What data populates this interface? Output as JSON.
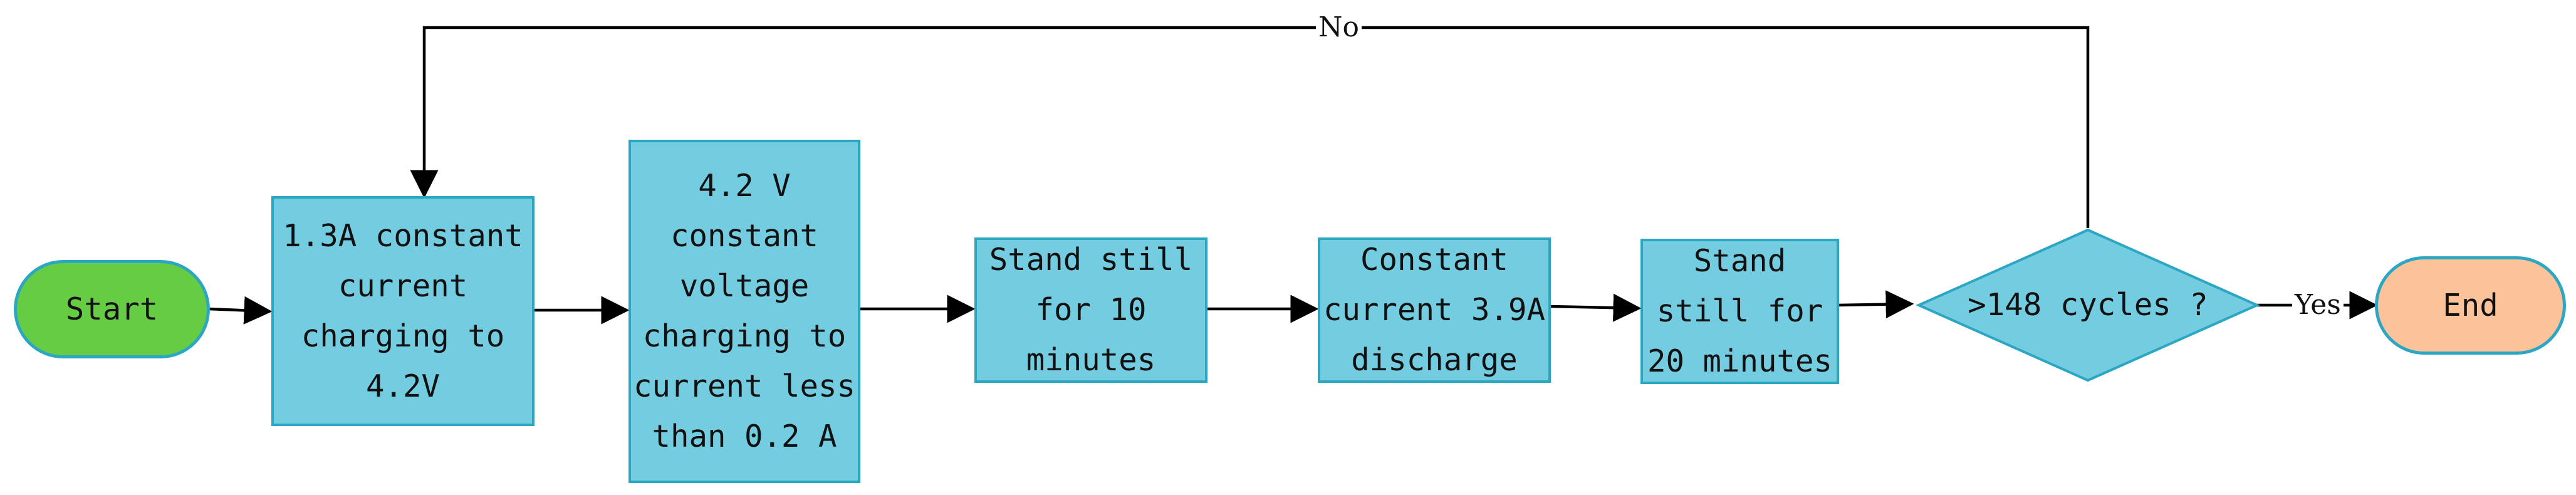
{
  "flowchart": {
    "start_label": "Start",
    "end_label": "End",
    "steps": [
      "1.3A constant\ncurrent\ncharging to\n4.2V",
      "4.2 V\nconstant\nvoltage\ncharging to\ncurrent less\nthan 0.2 A",
      "Stand still\nfor 10\nminutes",
      "Constant\ncurrent 3.9A\ndischarge",
      "Stand\nstill for\n20 minutes"
    ],
    "decision": ">148 cycles ?",
    "yes_label": "Yes",
    "no_label": "No"
  },
  "colors": {
    "start_fill": "#66cc44",
    "end_fill": "#fcc39b",
    "process_fill": "#73cce0",
    "border": "#2ba6c3"
  }
}
